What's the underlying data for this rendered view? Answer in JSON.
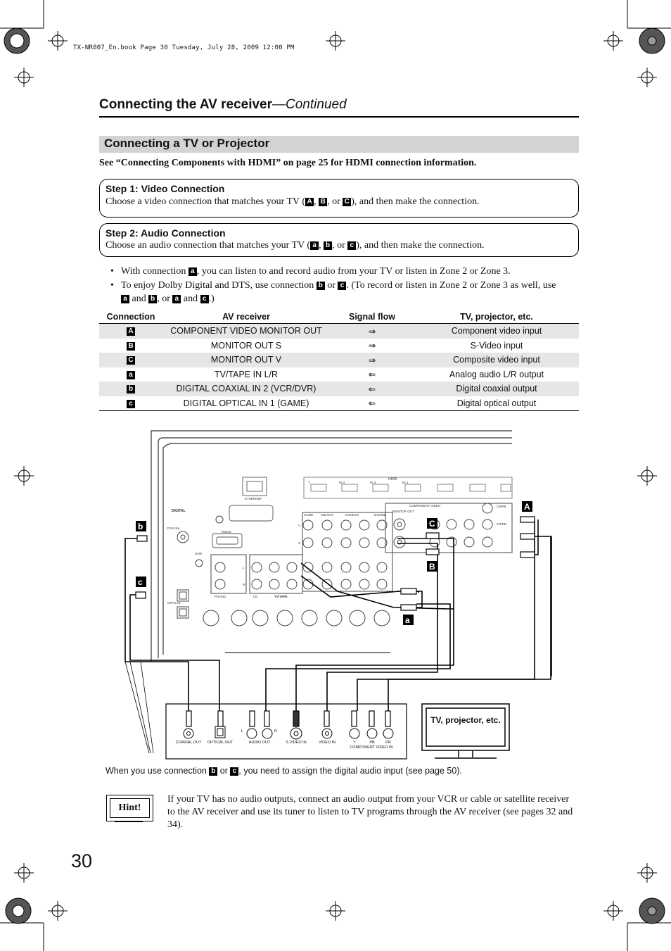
{
  "file_stamp": "TX-NR807_En.book  Page 30  Tuesday, July 28, 2009  12:00 PM",
  "header": {
    "title": "Connecting the AV receiver",
    "continued": "—Continued"
  },
  "section_title": "Connecting a TV or Projector",
  "hdmi_note": "See “Connecting Components with HDMI” on page 25 for HDMI connection information.",
  "step1": {
    "title": "Step 1: Video Connection",
    "text_pre": "Choose a video connection that matches your TV (",
    "text_post": "), and then make the connection.",
    "labels": [
      "A",
      "B",
      "C"
    ]
  },
  "step2": {
    "title": "Step 2: Audio Connection",
    "text_pre": "Choose an audio connection that matches your TV (",
    "text_post": "), and then make the connection.",
    "labels": [
      "a",
      "b",
      "c"
    ]
  },
  "bullets": {
    "b1_pre": "With connection ",
    "b1_post": ", you can listen to and record audio from your TV or listen in Zone 2 or Zone 3.",
    "b2_pre": "To enjoy Dolby Digital and DTS, use connection ",
    "b2_mid": " or ",
    "b2_post": ". (To record or listen in Zone 2 or Zone 3 as well, use",
    "b2_line2_and": " and ",
    "b2_line2_or": ", or ",
    "b2_line2_end": ".)"
  },
  "table": {
    "headers": [
      "Connection",
      "AV receiver",
      "Signal flow",
      "TV, projector, etc."
    ],
    "rows": [
      {
        "label": "A",
        "receiver": "COMPONENT VIDEO MONITOR OUT",
        "flow": "⇒",
        "tv": "Component video input"
      },
      {
        "label": "B",
        "receiver": "MONITOR OUT S",
        "flow": "⇒",
        "tv": "S-Video input"
      },
      {
        "label": "C",
        "receiver": "MONITOR OUT V",
        "flow": "⇒",
        "tv": "Composite video input"
      },
      {
        "label": "a",
        "receiver": "TV/TAPE IN L/R",
        "flow": "⇐",
        "tv": "Analog audio L/R output"
      },
      {
        "label": "b",
        "receiver": "DIGITAL COAXIAL IN 2 (VCR/DVR)",
        "flow": "⇐",
        "tv": "Digital coaxial output"
      },
      {
        "label": "c",
        "receiver": "DIGITAL OPTICAL IN 1 (GAME)",
        "flow": "⇐",
        "tv": "Digital optical output"
      }
    ]
  },
  "diagram": {
    "callouts": [
      "A",
      "B",
      "C",
      "a",
      "b",
      "c"
    ],
    "tv_box_label": "TV, projector, etc.",
    "tv_jacks": [
      "COAXIAL OUT",
      "OPTICAL OUT",
      "AUDIO OUT",
      "S VIDEO IN",
      "VIDEO IN",
      "Y",
      "PB",
      "PR",
      "COMPONENT VIDEO IN",
      "L",
      "R"
    ],
    "receiver_labels": [
      "DIGITAL",
      "COAXIAL",
      "OPTICAL",
      "ETHERNET",
      "RS232",
      "HDMI",
      "COMPONENT VIDEO",
      "MONITOR OUT",
      "GAME",
      "CBL/SAT",
      "VCR/DVR",
      "DVD/BD",
      "TV/TAPE",
      "PHONO",
      "CD",
      "GND",
      "IN",
      "V",
      "S",
      "L",
      "R",
      "IN 1",
      "IN 2",
      "IN 3",
      "IN 4",
      "Y",
      "CB/PB",
      "CR/PR"
    ]
  },
  "digital_note": {
    "pre": "When you use connection ",
    "mid": " or ",
    "post": ", you need to assign the digital audio input (see page 50)."
  },
  "hint": {
    "label": "Hint!",
    "text": "If your TV has no audio outputs, connect an audio output from your VCR or cable or satellite receiver to the AV receiver and use its tuner to listen to TV programs through the AV receiver (see pages 32 and 34)."
  },
  "page_number": "30"
}
